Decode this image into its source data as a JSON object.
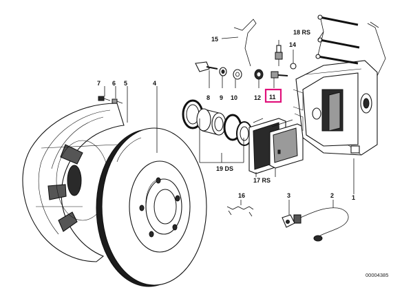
{
  "labels": {
    "p1": "1",
    "p2": "2",
    "p3": "3",
    "p4": "4",
    "p5": "5",
    "p6": "6",
    "p7": "7",
    "p8": "8",
    "p9": "9",
    "p10": "10",
    "p11": "11",
    "p12": "12",
    "p14": "14",
    "p15": "15",
    "p16": "16",
    "p17": "17 RS",
    "p18": "18 RS",
    "p19": "19 DS"
  },
  "reference_number": "00004385",
  "highlight": {
    "part": "11",
    "color": "#e0107a"
  }
}
